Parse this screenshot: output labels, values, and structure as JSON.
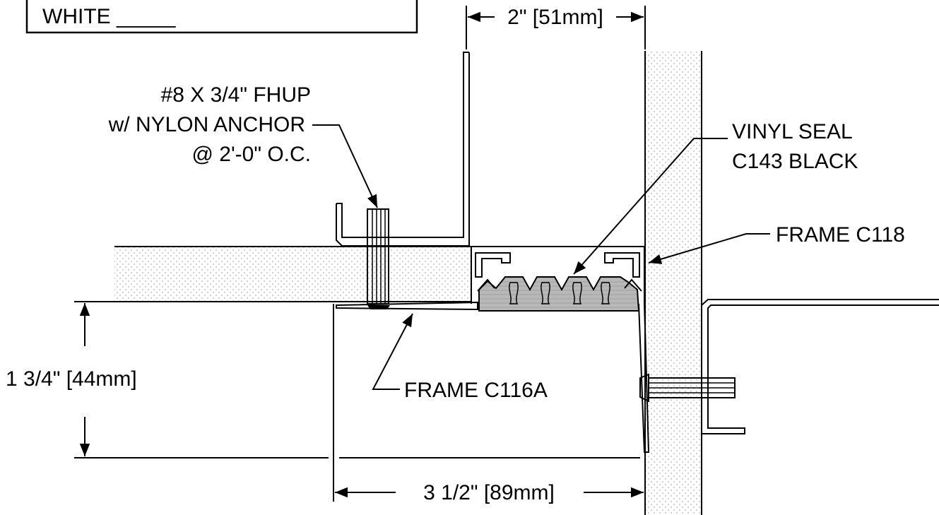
{
  "finish_box": {
    "text": "WHITE _____"
  },
  "labels": {
    "dimension_top": "2\" [51mm]",
    "fastener_line1": "#8 X 3/4\" FHUP",
    "fastener_line2": "w/ NYLON ANCHOR",
    "fastener_line3": "@ 2'-0\" O.C.",
    "seal_line1": "VINYL SEAL",
    "seal_line2": "C143 BLACK",
    "frame_c118": "FRAME C118",
    "frame_c116a": "FRAME C116A",
    "dimension_left": "1 3/4\" [44mm]",
    "dimension_bottom": "3 1/2\" [89mm]"
  },
  "colors": {
    "line": "#000000",
    "seal_fill": "#b8b8b8",
    "stipple": "#9a9a9a",
    "background": "#ffffff"
  }
}
